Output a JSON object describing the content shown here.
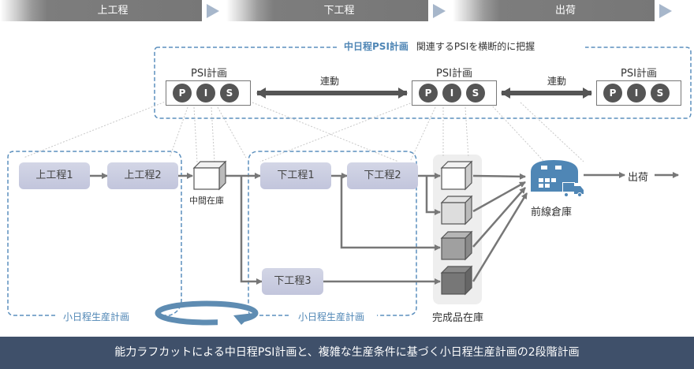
{
  "phases": [
    {
      "label": "上工程"
    },
    {
      "label": "下工程"
    },
    {
      "label": "出荷"
    }
  ],
  "mid_plan": {
    "title": "中日程PSI計画",
    "description": "関連するPSIを横断的に把握",
    "accent_color": "#4f86b5",
    "psi_blocks": [
      {
        "label": "PSI計画",
        "letters": [
          "P",
          "I",
          "S"
        ]
      },
      {
        "label": "PSI計画",
        "letters": [
          "P",
          "I",
          "S"
        ]
      },
      {
        "label": "PSI計画",
        "letters": [
          "P",
          "I",
          "S"
        ]
      }
    ],
    "links": [
      {
        "label": "連動"
      },
      {
        "label": "連動"
      }
    ]
  },
  "processes": {
    "upstream": [
      "上工程1",
      "上工程2"
    ],
    "downstream": [
      "下工程1",
      "下工程2",
      "下工程3"
    ]
  },
  "inventory": {
    "intermediate_label": "中間在庫",
    "finished_label": "完成品在庫"
  },
  "warehouse": {
    "label": "前線倉庫",
    "ship_label": "出荷"
  },
  "short_plans": [
    {
      "label": "小日程生産計画"
    },
    {
      "label": "小日程生産計画"
    }
  ],
  "footer": {
    "caption": "能力ラフカットによる中日程PSI計画と、複雑な生産条件に基づく小日程生産計画の2段階計画"
  }
}
